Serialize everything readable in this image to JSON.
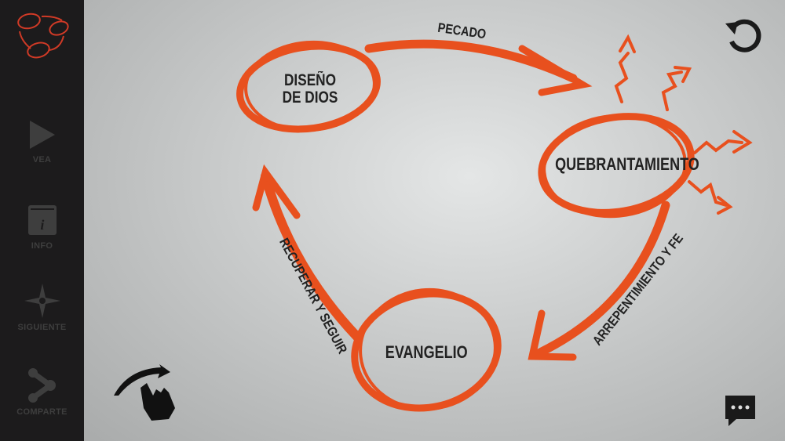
{
  "sidebar": {
    "logo": "cycle-logo-icon",
    "items": [
      {
        "label": "VEA",
        "icon": "play-icon"
      },
      {
        "label": "INFO",
        "icon": "info-icon"
      },
      {
        "label": "SIGUIENTE",
        "icon": "compass-icon"
      },
      {
        "label": "COMPARTE",
        "icon": "share-icon"
      }
    ]
  },
  "diagram": {
    "nodes": [
      "DISEÑO",
      "DE DIOS",
      "QUEBRANTAMIENTO",
      "EVANGELIO"
    ],
    "arrows": {
      "top": "PECADO",
      "right": "ARREPENTIMIENTO Y FE",
      "left": "RECUPERAR Y SEGUIR"
    }
  },
  "colors": {
    "accent": "#e8501e",
    "sidebar": "#1c1b1c"
  }
}
